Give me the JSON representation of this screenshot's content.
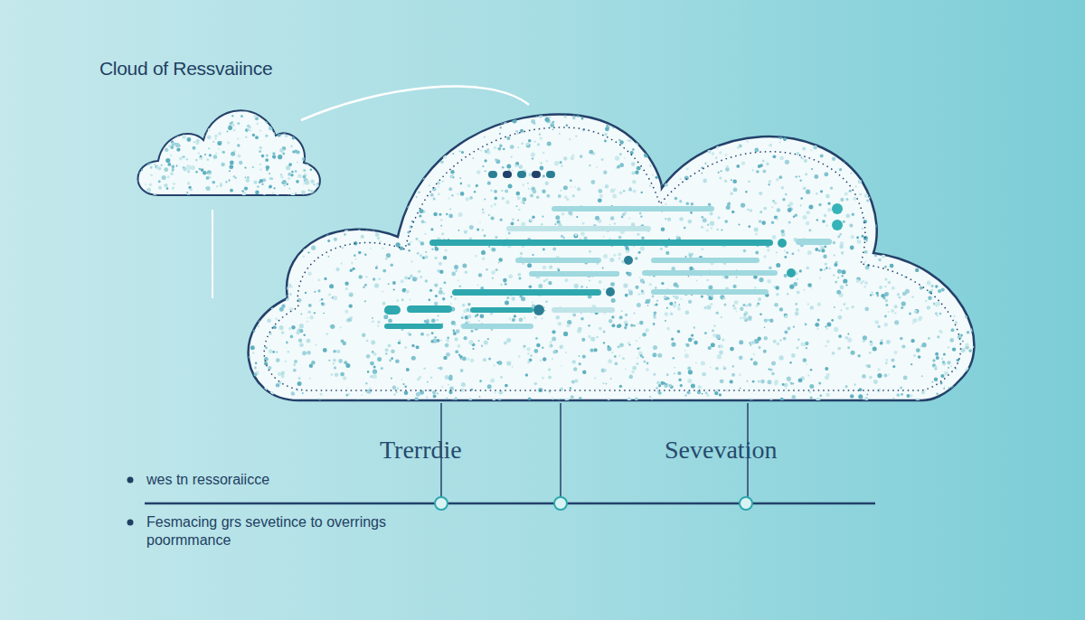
{
  "diagram": {
    "title": "Cloud of Ressvaiince",
    "labels": [
      "Trerrdie",
      "Sevevation",
      "wes tn ressoraiicce",
      "Fesmacing grs sevetince to overrings poormmance"
    ]
  }
}
